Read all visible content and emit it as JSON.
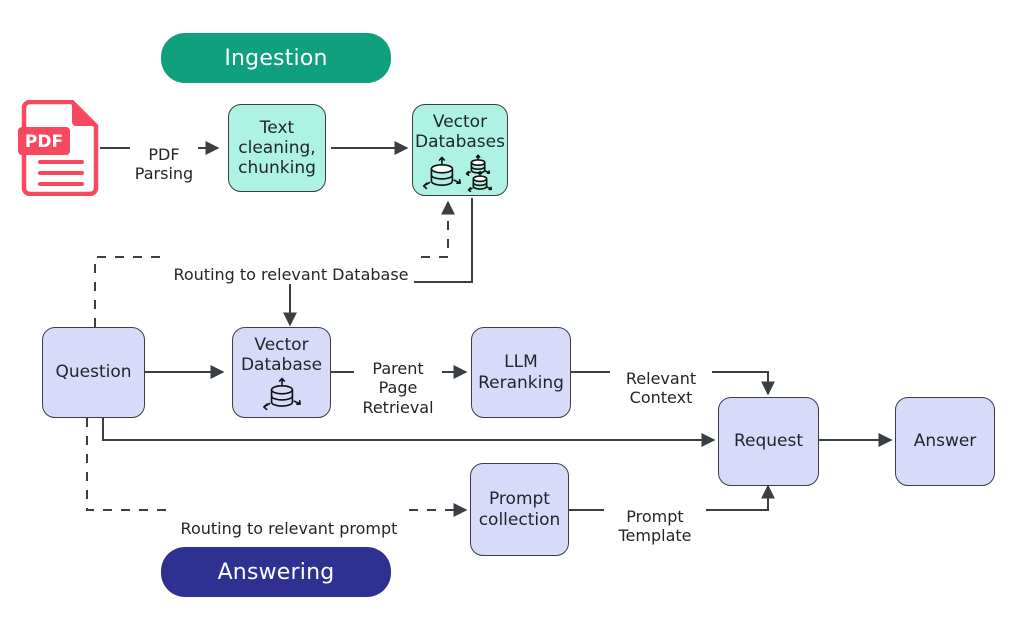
{
  "diagram": {
    "title_ingestion": "Ingestion",
    "title_answering": "Answering",
    "colors": {
      "ingestion_badge": "#0FA07D",
      "answering_badge": "#2E3192",
      "ingestion_node": "#ADF2E2",
      "answering_node": "#D7DAF9",
      "node_border": "#3a3f44",
      "edge": "#3a3f44",
      "pdf_red": "#F8485E",
      "text": "#22262b"
    },
    "nodes": [
      {
        "id": "pdf",
        "label": "PDF",
        "kind": "icon"
      },
      {
        "id": "text_cleaning",
        "label": "Text\ncleaning,\nchunking",
        "kind": "teal"
      },
      {
        "id": "vector_dbs",
        "label": "Vector\nDatabases",
        "kind": "teal"
      },
      {
        "id": "question",
        "label": "Question",
        "kind": "lav"
      },
      {
        "id": "vector_db",
        "label": "Vector\nDatabase",
        "kind": "lav"
      },
      {
        "id": "llm_reranking",
        "label": "LLM\nReranking",
        "kind": "lav"
      },
      {
        "id": "request",
        "label": "Request",
        "kind": "lav"
      },
      {
        "id": "answer",
        "label": "Answer",
        "kind": "lav"
      },
      {
        "id": "prompt_coll",
        "label": "Prompt\ncollection",
        "kind": "lav"
      }
    ],
    "edges": [
      {
        "id": "pdf_parsing",
        "label": "PDF\nParsing",
        "from": "pdf",
        "to": "text_cleaning",
        "style": "solid"
      },
      {
        "id": "clean_to_vdbs",
        "label": "",
        "from": "text_cleaning",
        "to": "vector_dbs",
        "style": "solid"
      },
      {
        "id": "routing_db",
        "label": "Routing to relevant Database",
        "from": "question",
        "to": "vector_dbs",
        "style": "dashed"
      },
      {
        "id": "vdbs_to_vdb",
        "label": "",
        "from": "vector_dbs",
        "to": "vector_db",
        "style": "solid"
      },
      {
        "id": "question_to_vdb",
        "label": "",
        "from": "question",
        "to": "vector_db",
        "style": "solid"
      },
      {
        "id": "parent_page",
        "label": "Parent\nPage\nRetrieval",
        "from": "vector_db",
        "to": "llm_reranking",
        "style": "solid"
      },
      {
        "id": "relevant_context",
        "label": "Relevant\nContext",
        "from": "llm_reranking",
        "to": "request",
        "style": "solid"
      },
      {
        "id": "question_to_req",
        "label": "",
        "from": "question",
        "to": "request",
        "style": "solid"
      },
      {
        "id": "routing_prompt",
        "label": "Routing to relevant prompt",
        "from": "question",
        "to": "prompt_coll",
        "style": "dashed"
      },
      {
        "id": "prompt_template",
        "label": "Prompt\nTemplate",
        "from": "prompt_coll",
        "to": "request",
        "style": "solid"
      },
      {
        "id": "req_to_answer",
        "label": "",
        "from": "request",
        "to": "answer",
        "style": "solid"
      }
    ],
    "icons": {
      "pdf": "pdf-file-icon",
      "vector_dbs": "three-database-cylinders-icon",
      "vector_db": "database-cylinder-icon"
    }
  }
}
